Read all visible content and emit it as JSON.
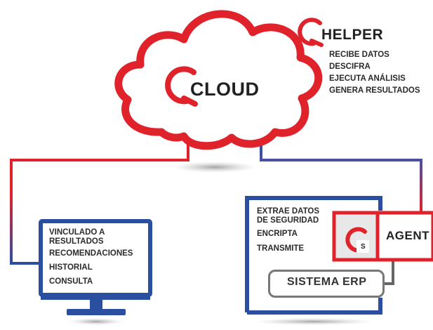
{
  "cloud": {
    "title": "CLOUD"
  },
  "helper": {
    "title": "HELPER",
    "steps": [
      "RECIBE DATOS",
      "DESCIFRA",
      "EJECUTA ANÁLISIS",
      "GENERA RESULTADOS"
    ]
  },
  "monitor": {
    "items": [
      "VINCULADO A",
      "RESULTADOS",
      "RECOMENDACIONES",
      "HISTORIAL",
      "CONSULTA"
    ]
  },
  "server": {
    "items": [
      "EXTRAE DATOS",
      "DE SEGURIDAD",
      "ENCRIPTA",
      "TRANSMITE"
    ]
  },
  "agent": {
    "label": "AGENT",
    "badge_letter": "S"
  },
  "erp": {
    "label": "SISTEMA ERP"
  },
  "colors": {
    "red": "#e0222b",
    "blue": "#2a4ea0",
    "gray": "#777777",
    "text": "#2a2a2a"
  }
}
